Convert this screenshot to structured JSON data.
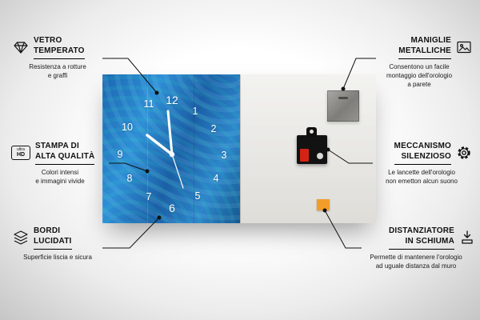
{
  "colors": {
    "face_blue": "#2f8fd6",
    "back_gray": "#e7e6e1",
    "foam_orange": "#f29d2a",
    "line_black": "#111111"
  },
  "product": {
    "numbers": [
      "11",
      "12",
      "1",
      "2",
      "3",
      "4",
      "5",
      "6",
      "7",
      "8",
      "9",
      "10"
    ]
  },
  "icons": {
    "ultra_hd_top": "ultra",
    "ultra_hd_bottom": "HD"
  },
  "callouts": [
    {
      "id": "vetro-temperato",
      "title": "VETRO\nTEMPERATO",
      "desc": "Resistenza a rotture\ne graffi",
      "icon": "diamond-icon"
    },
    {
      "id": "stampa-alta-qualita",
      "title": "STAMPA DI\nALTA QUALITÀ",
      "desc": "Colori intensi\ne immagini vivide",
      "icon": "ultra-hd-icon"
    },
    {
      "id": "bordi-lucidati",
      "title": "BORDI\nLUCIDATI",
      "desc": "Superficie liscia e sicura",
      "icon": "layers-icon"
    },
    {
      "id": "maniglie-metalliche",
      "title": "MANIGLIE\nMETALLICHE",
      "desc": "Consentono un facile\nmontaggio dell'orologio\na parete",
      "icon": "picture-icon"
    },
    {
      "id": "meccanismo-silenzioso",
      "title": "MECCANISMO\nSILENZIOSO",
      "desc": "Le lancette dell'orologio\nnon emetton alcun suono",
      "icon": "gear-icon"
    },
    {
      "id": "distanziatore-schiuma",
      "title": "DISTANZIATORE\nIN SCHIUMA",
      "desc": "Permette di mantenere l'orologio\nad uguale distanza dal muro",
      "icon": "spacer-icon"
    }
  ]
}
